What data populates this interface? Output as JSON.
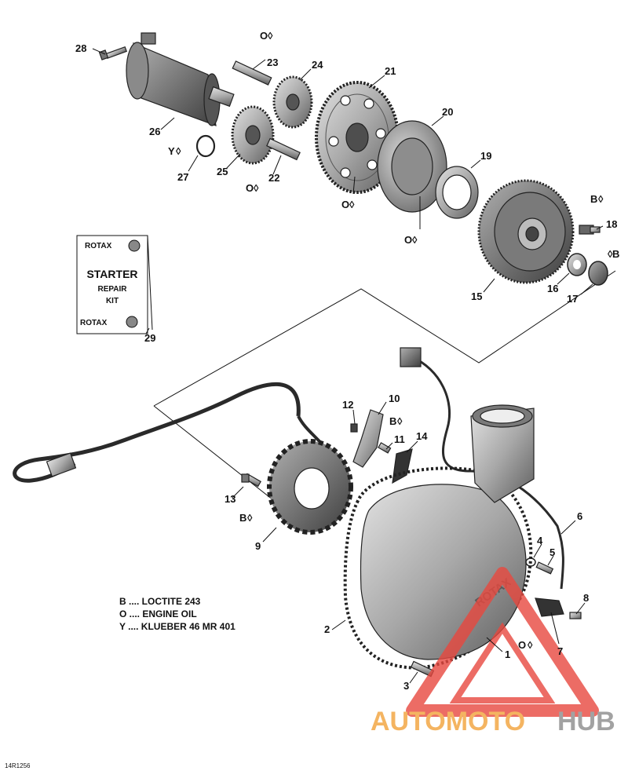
{
  "callouts": {
    "c1": "1",
    "c2": "2",
    "c3": "3",
    "c4": "4",
    "c5": "5",
    "c6": "6",
    "c7": "7",
    "c8": "8",
    "c9": "9",
    "c10": "10",
    "c11": "11",
    "c12": "12",
    "c13": "13",
    "c14": "14",
    "c15": "15",
    "c16": "16",
    "c17": "17",
    "c18": "18",
    "c19": "19",
    "c20": "20",
    "c21": "21",
    "c22": "22",
    "c23": "23",
    "c24": "24",
    "c25": "25",
    "c26": "26",
    "c27": "27",
    "c28": "28",
    "c29": "29"
  },
  "lube_marks": {
    "o": "O",
    "b": "B",
    "y": "Y"
  },
  "repair_kit": {
    "brand": "ROTAX",
    "line1": "STARTER",
    "line2": "REPAIR",
    "line3": "KIT"
  },
  "cover_logo": "ROTAX",
  "legend": {
    "b": "B .... LOCTITE 243",
    "o": "O .... ENGINE OIL",
    "y": "Y .... KLUEBER 46 MR 401"
  },
  "watermark": {
    "part1": "AUTOMOTO",
    "part2": "HUB"
  },
  "doc_ref": "14R1256",
  "colors": {
    "metal_dark": "#6b6b6b",
    "metal_mid": "#9a9a9a",
    "metal_light": "#d0d0d0",
    "watermark_red": "#e8483f",
    "watermark_orange": "#f2a23a",
    "watermark_gray": "#8c8c8c"
  }
}
